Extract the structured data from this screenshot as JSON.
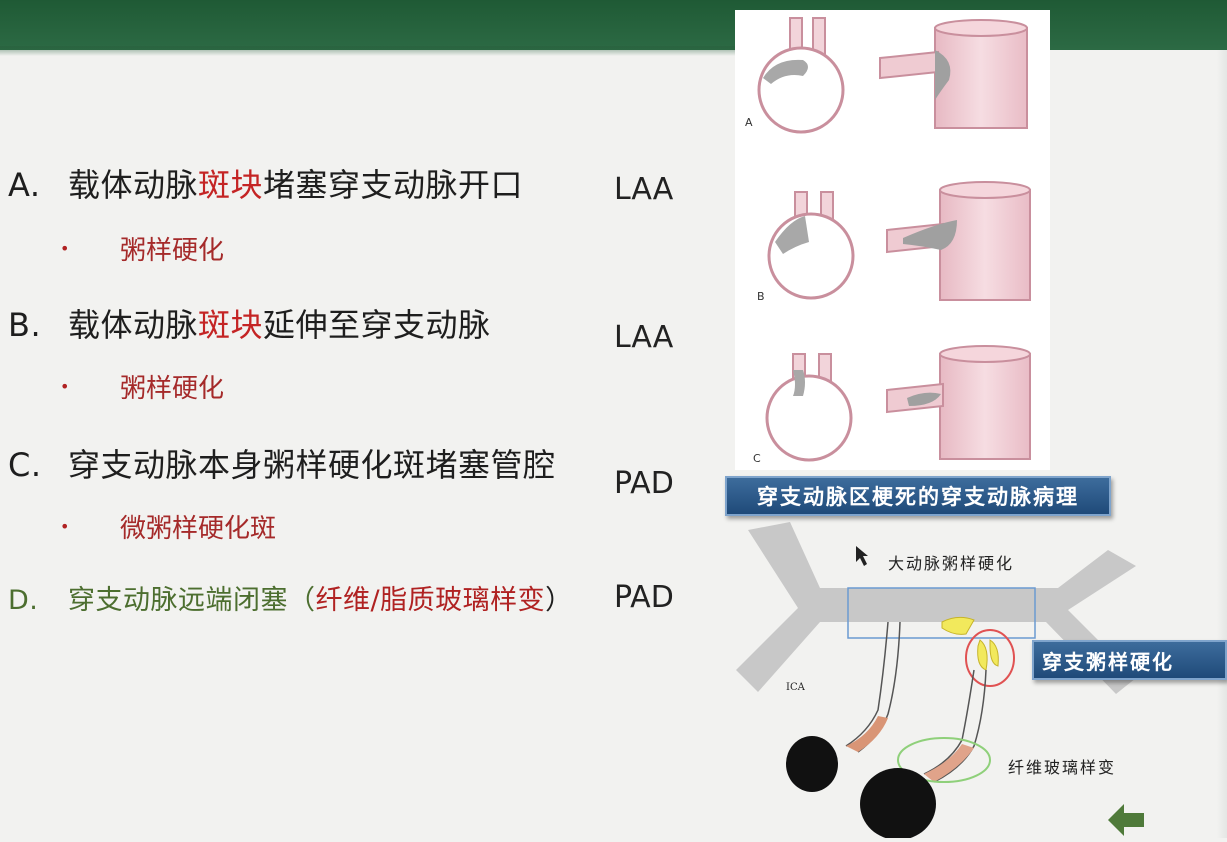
{
  "items": [
    {
      "letter": "A.",
      "parts": [
        "载体动脉",
        "斑块",
        "堵塞穿支动脉开口"
      ],
      "sub": "粥样硬化",
      "tag": "LAA"
    },
    {
      "letter": "B.",
      "parts": [
        "载体动脉",
        "斑块",
        "延伸至穿支动脉"
      ],
      "sub": "粥样硬化",
      "tag": "LAA"
    },
    {
      "letter": "C.",
      "text": "穿支动脉本身粥样硬化斑堵塞管腔",
      "sub": "微粥样硬化斑",
      "tag": "PAD"
    },
    {
      "letter": "D.",
      "text_green": "穿支动脉远端闭塞（",
      "text_red": "纤维/脂质玻璃样变",
      "text_close": "）",
      "tag": "PAD"
    }
  ],
  "figure": {
    "panel_labels": [
      "A",
      "B",
      "C"
    ]
  },
  "diagram": {
    "banner_title": "穿支动脉区梗死的穿支动脉病理",
    "label_aorta": "大动脉粥样硬化",
    "banner_athero": "穿支粥样硬化",
    "label_ica": "ICA",
    "label_fibro": "纤维玻璃样变"
  },
  "colors": {
    "accent_red": "#c42424",
    "green_text": "#4c6e2f",
    "banner_blue": "#1f4a79",
    "top_band": "#1f5a35"
  }
}
